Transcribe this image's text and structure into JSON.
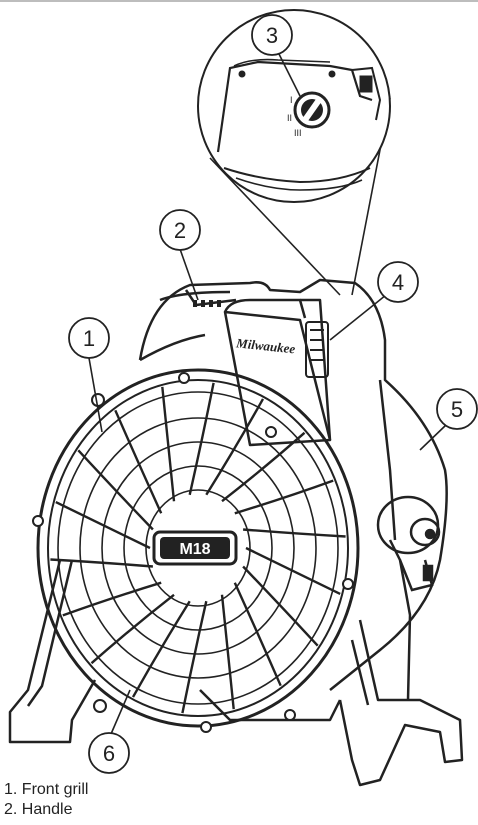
{
  "callouts": [
    {
      "number": "1"
    },
    {
      "number": "2"
    },
    {
      "number": "3"
    },
    {
      "number": "4"
    },
    {
      "number": "5"
    },
    {
      "number": "6"
    }
  ],
  "brand_logo_text": "Milwaukee",
  "hub_label": "M18",
  "dial_marks": [
    "I",
    "II",
    "III"
  ],
  "legend": [
    {
      "text": "1. Front grill"
    },
    {
      "text": "2. Handle"
    }
  ]
}
